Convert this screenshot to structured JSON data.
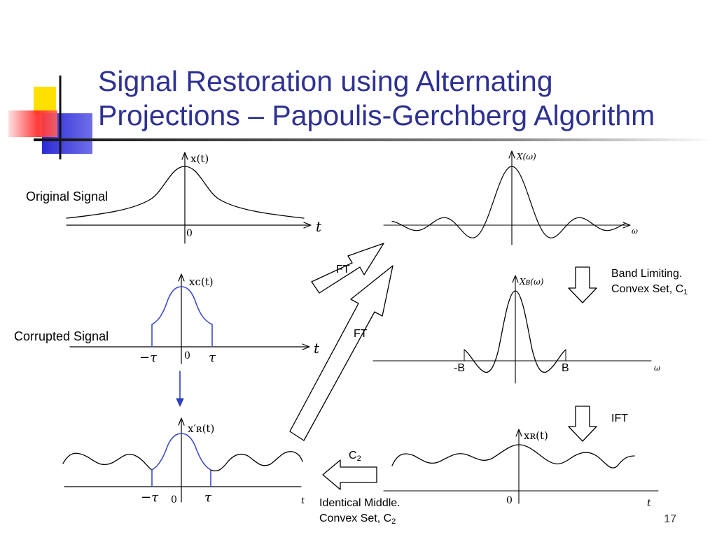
{
  "slide": {
    "title_line1": "Signal Restoration using Alternating",
    "title_line2": "Projections – Papoulis-Gerchberg Algorithm",
    "page_number": "17"
  },
  "labels": {
    "original_signal": "Original Signal",
    "corrupted_signal": "Corrupted Signal",
    "ft_top": "FT",
    "ft_long": "FT",
    "band_limiting_line1": "Band Limiting.",
    "band_limiting_line2_text": "Convex Set, C",
    "band_limiting_line2_sub": "1",
    "ift": "IFT",
    "c2_text": "C",
    "c2_sub": "2",
    "identical_middle_line1": "Identical Middle.",
    "identical_middle_line2_text": "Convex Set, C",
    "identical_middle_line2_sub": "2",
    "minus_b": "-B",
    "b": "B"
  },
  "plots": {
    "original": {
      "y_label": "x(t)",
      "x_label": "t",
      "zero": "0"
    },
    "spectrum": {
      "y_label": "X(ω)",
      "x_label": "ω"
    },
    "corrupted": {
      "y_label": "xᴄ(t)",
      "x_label": "t",
      "zero": "0",
      "minus_tau": "−τ",
      "tau": "τ"
    },
    "bandlimited": {
      "y_label": "Xʙ(ω)",
      "x_label": "ω"
    },
    "restored_left": {
      "y_label": "x′ʀ(t)",
      "x_label": "t",
      "zero": "0",
      "minus_tau": "−τ",
      "tau": "τ"
    },
    "restored_right": {
      "y_label": "xʀ(t)",
      "x_label": "t",
      "zero": "0"
    }
  },
  "colors": {
    "title": "#2e3192",
    "corrupted_curve": "#3b4cc8",
    "line": "#000000"
  }
}
